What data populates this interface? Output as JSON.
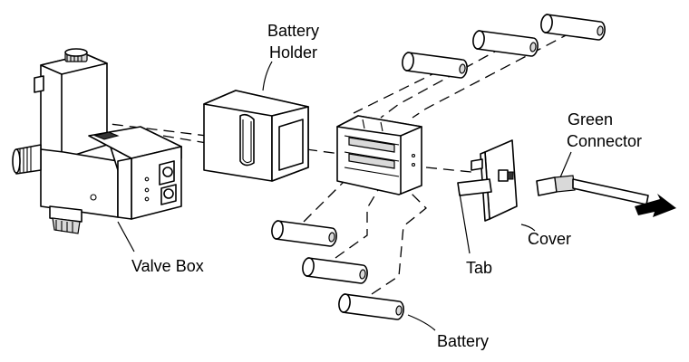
{
  "labels": {
    "battery_holder_line1": "Battery",
    "battery_holder_line2": "Holder",
    "green_connector_line1": "Green",
    "green_connector_line2": "Connector",
    "valve_box": "Valve Box",
    "cover": "Cover",
    "tab": "Tab",
    "battery": "Battery"
  },
  "colors": {
    "line": "#000000",
    "background": "#ffffff",
    "shading": "#d9d9d9"
  },
  "icons": {
    "direction_arrow": "arrow-right-icon"
  }
}
